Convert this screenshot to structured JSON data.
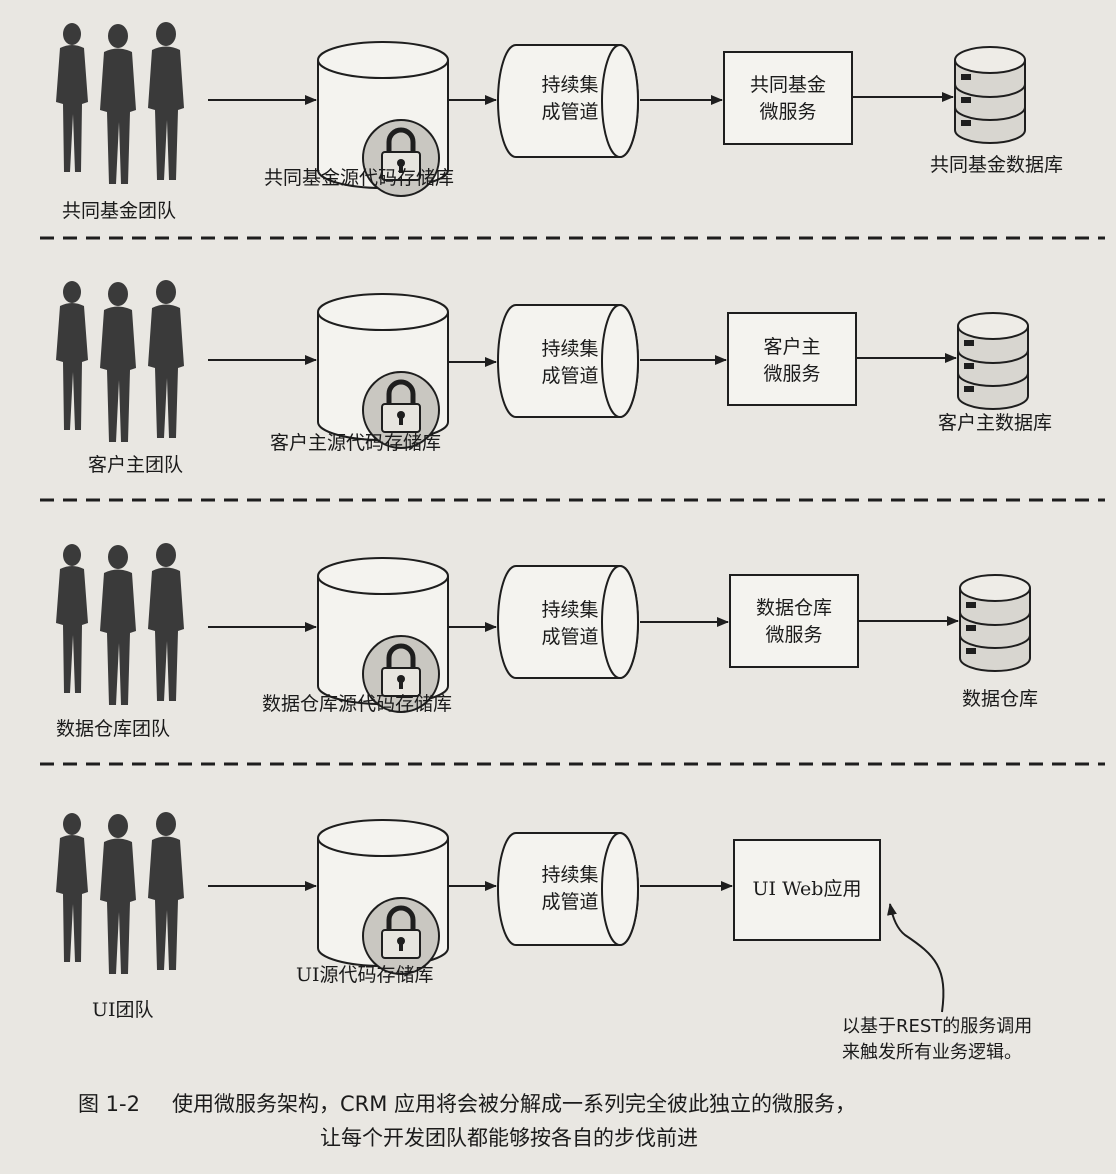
{
  "rows": [
    {
      "team_label": "共同基金团队",
      "repo_label": "共同基金源代码存储库",
      "pipeline_label": "持续集\n成管道",
      "service_label": "共同基金\n微服务",
      "db_label": "共同基金数据库"
    },
    {
      "team_label": "客户主团队",
      "repo_label": "客户主源代码存储库",
      "pipeline_label": "持续集\n成管道",
      "service_label": "客户主\n微服务",
      "db_label": "客户主数据库"
    },
    {
      "team_label": "数据仓库团队",
      "repo_label": "数据仓库源代码存储库",
      "pipeline_label": "持续集\n成管道",
      "service_label": "数据仓库\n微服务",
      "db_label": "数据仓库"
    },
    {
      "team_label": "UI团队",
      "repo_label": "UI源代码存储库",
      "pipeline_label": "持续集\n成管道",
      "service_label": "UI Web应用",
      "db_label": ""
    }
  ],
  "annotation": "以基于REST的服务调用\n来触发所有业务逻辑。",
  "caption": {
    "figure_number": "图 1-2",
    "line1": "使用微服务架构，CRM 应用将会被分解成一系列完全彼此独立的微服务，",
    "line2": "让每个开发团队都能够按各自的步伐前进"
  },
  "colors": {
    "ink": "#1e1e1e",
    "silhouette": "#3a3a3a",
    "background": "#e9e7e2",
    "shape_fill": "#f4f3ef"
  },
  "icons": [
    "people-silhouette-icon",
    "lock-icon",
    "database-stack-icon"
  ]
}
